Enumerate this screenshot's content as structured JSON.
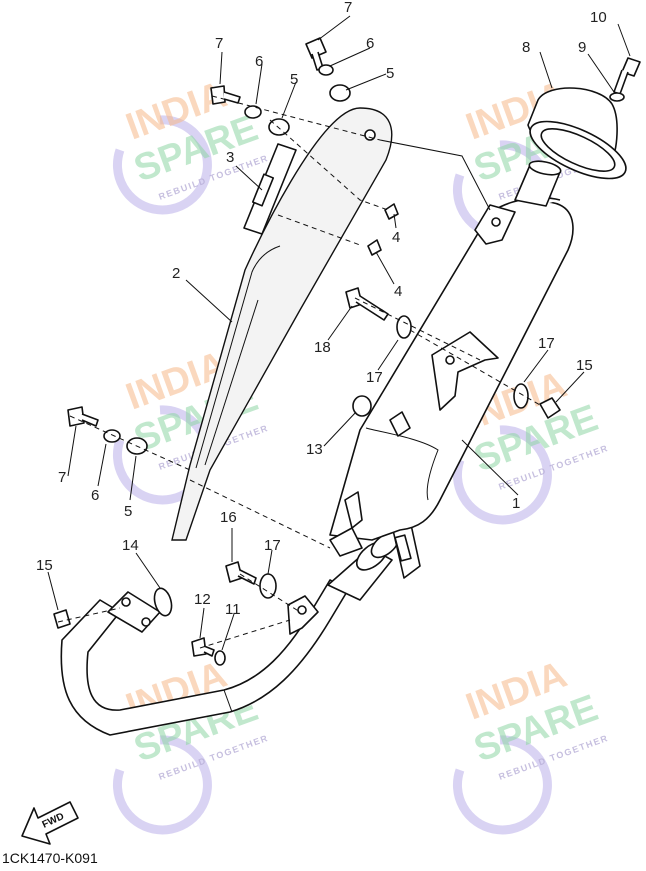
{
  "watermark": {
    "line1": "INDIA",
    "line2": "SPARE",
    "tagline": "REBUILD TOGETHER"
  },
  "direction_marker": "FWD",
  "diagram_code": "1CK1470-K091",
  "callouts": {
    "c1": "1",
    "c2": "2",
    "c3": "3",
    "c4a": "4",
    "c4b": "4",
    "c5a": "5",
    "c5b": "5",
    "c5c": "5",
    "c6a": "6",
    "c6b": "6",
    "c6c": "6",
    "c7a": "7",
    "c7b": "7",
    "c7c": "7",
    "c8": "8",
    "c9": "9",
    "c10": "10",
    "c11": "11",
    "c12": "12",
    "c13": "13",
    "c14": "14",
    "c15a": "15",
    "c15b": "15",
    "c16": "16",
    "c17a": "17",
    "c17b": "17",
    "c17c": "17",
    "c18": "18"
  },
  "colors": {
    "watermark_orange": "#f7b98a",
    "watermark_green": "#8fd6a6",
    "watermark_purple": "#c9c0ee"
  }
}
